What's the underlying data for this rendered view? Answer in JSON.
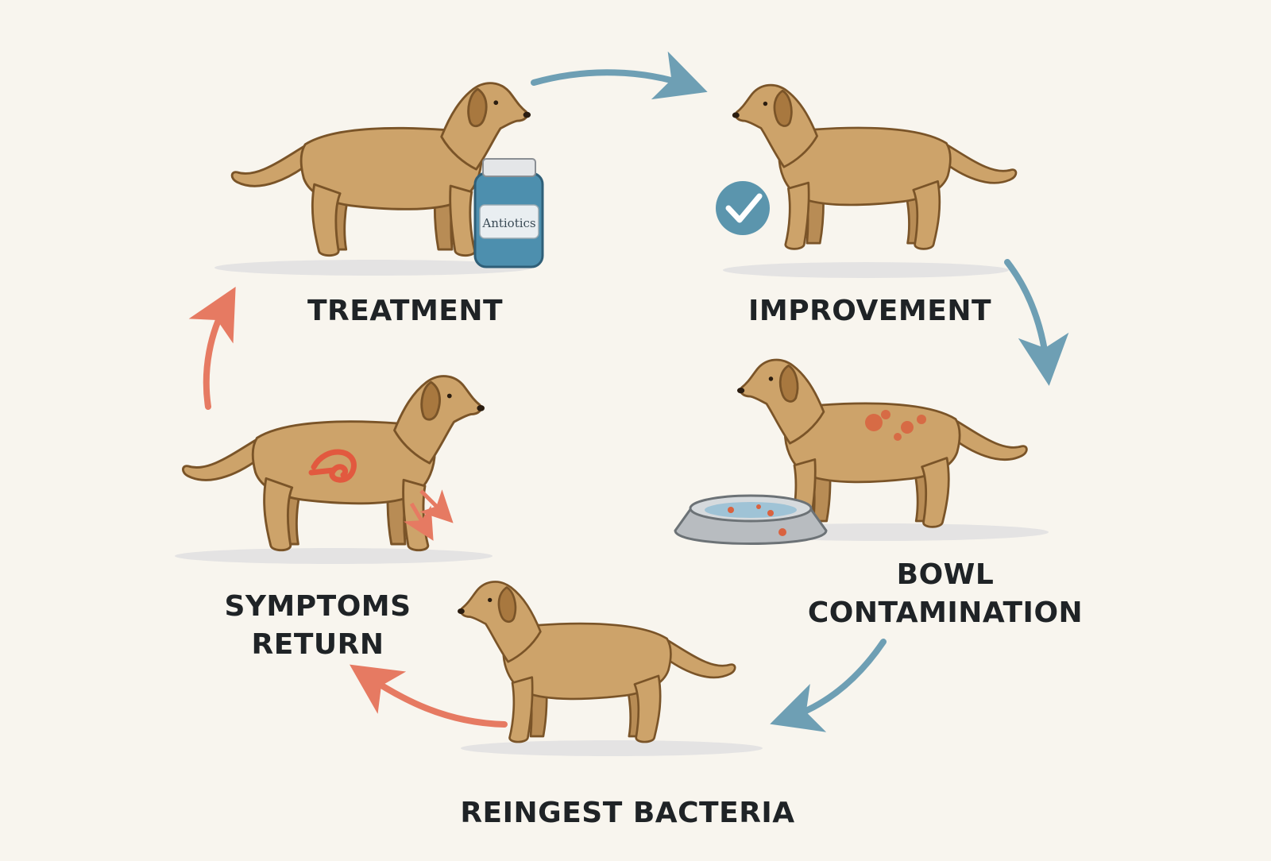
{
  "stages": [
    {
      "id": "treatment",
      "label": "TREATMENT"
    },
    {
      "id": "improvement",
      "label": "IMPROVEMENT"
    },
    {
      "id": "bowl",
      "label_lines": [
        "BOWL",
        "CONTAMINATION"
      ]
    },
    {
      "id": "reingest",
      "label": "REINGEST BACTERIA"
    },
    {
      "id": "symptoms",
      "label_lines": [
        "SYMPTOMS",
        "RETURN"
      ]
    }
  ],
  "bottle_label": "Antiotics",
  "colors": {
    "background": "#f8f5ee",
    "dog_fur": "#cda36a",
    "dog_outline": "#7a5428",
    "dog_ear": "#a8783f",
    "arrow_blue": "#6e9fb4",
    "arrow_red": "#e67a62",
    "text": "#1f2326",
    "bottle": "#4d8fae",
    "check_badge": "#5b95ad"
  },
  "icons": [
    "antibiotics-bottle-icon",
    "checkmark-icon",
    "water-bowl-icon",
    "stomach-pain-icon",
    "discomfort-arrows-icon"
  ]
}
